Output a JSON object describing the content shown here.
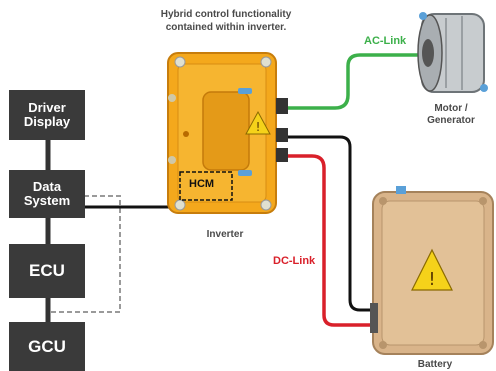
{
  "header": {
    "caption": "Hybrid control functionality\ncontained within inverter."
  },
  "components": {
    "inverter": {
      "label": "Inverter",
      "hcm_label": "HCM"
    },
    "motor": {
      "label": "Motor /\nGenerator"
    },
    "battery": {
      "label": "Battery"
    }
  },
  "links": {
    "ac": {
      "label": "AC-Link",
      "color": "#3cb04a"
    },
    "dc": {
      "label": "DC-Link",
      "color": "#d9202a"
    },
    "data_color": "#111111",
    "dashed_color": "#9a9a9a"
  },
  "controllers": [
    {
      "label": "Driver\nDisplay"
    },
    {
      "label": "Data\nSystem"
    },
    {
      "label": "ECU"
    },
    {
      "label": "GCU"
    }
  ],
  "colors": {
    "box_dark": "#3a3a3a",
    "inverter_orange": "#f4a81c",
    "battery_tan": "#d9b48a",
    "warning_yellow": "#f5d21a"
  }
}
